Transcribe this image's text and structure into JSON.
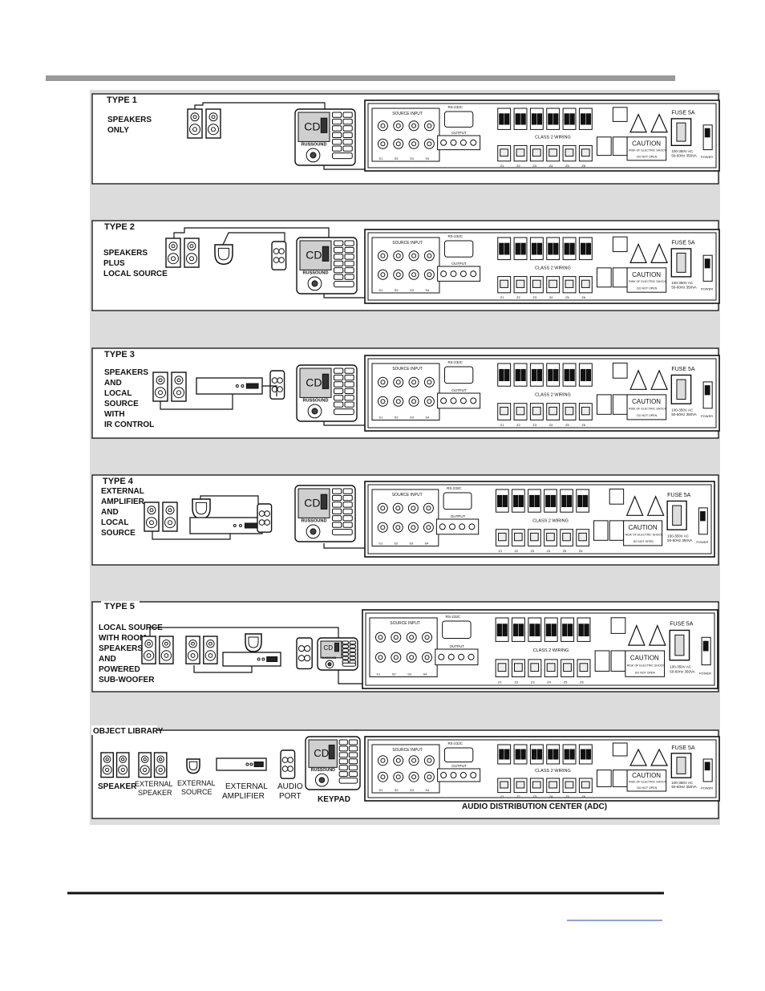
{
  "colors": {
    "top_rule": "#999999",
    "band": "#dcdcdc",
    "panel": "#ffffff",
    "ink": "#111111",
    "link": "#1f3fbf"
  },
  "adc": {
    "source_input": "SOURCE INPUT",
    "rs232": "RS-232C",
    "output": "OUTPUT",
    "class2": "CLASS 2 WIRING",
    "fuse": "FUSE 5A",
    "caution": "CAUTION",
    "risk": "RISK OF ELECTRIC SHOCK",
    "donot": "DO NOT OPEN",
    "rating1": "100-350V AC",
    "rating2": "50-60Hz 350VA",
    "power": "POWER",
    "keypad_source": "CD",
    "keypad_brand": "RUSSOUND",
    "input_labels": [
      "S1",
      "S2",
      "S3",
      "S4"
    ],
    "zone_labels": [
      "Z1",
      "Z2",
      "Z3",
      "Z4",
      "Z5",
      "Z6"
    ]
  },
  "panels": [
    {
      "title": "TYPE 1",
      "lines": [
        "SPEAKERS",
        "ONLY"
      ]
    },
    {
      "title": "TYPE 2",
      "lines": [
        "SPEAKERS",
        "PLUS",
        "LOCAL SOURCE"
      ]
    },
    {
      "title": "TYPE 3",
      "lines": [
        "SPEAKERS",
        "AND",
        "LOCAL",
        "SOURCE",
        "WITH",
        "IR CONTROL"
      ]
    },
    {
      "title": "TYPE 4",
      "lines": [
        "EXTERNAL",
        "AMPLIFIER",
        "AND",
        "LOCAL",
        "SOURCE"
      ]
    },
    {
      "title": "TYPE 5",
      "lines": [
        "LOCAL SOURCE",
        "WITH ROOM",
        "SPEAKERS",
        "AND",
        "POWERED",
        "SUB-WOOFER"
      ]
    }
  ],
  "library": {
    "title": "OBJECT LIBRARY",
    "speaker": "SPEAKER",
    "ext_speaker": [
      "EXTERNAL",
      "SPEAKER"
    ],
    "ext_source": [
      "EXTERNAL",
      "SOURCE"
    ],
    "ext_amp": [
      "EXTERNAL",
      "AMPLIFIER"
    ],
    "audio_port": [
      "AUDIO",
      "PORT"
    ],
    "keypad": "KEYPAD",
    "adc": "AUDIO DISTRIBUTION CENTER (ADC)"
  }
}
